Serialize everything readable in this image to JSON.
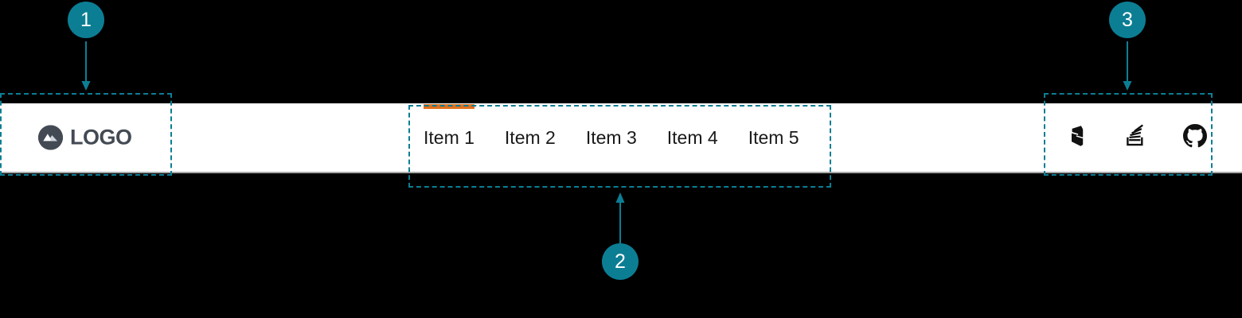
{
  "theme": {
    "page_background": "#000000",
    "header_background": "#ffffff",
    "header_border": "#a8a8a8",
    "brand_color": "#434a54",
    "nav_text_color": "#1a1a1a",
    "active_indicator_color": "#e2711d",
    "annotation_color": "#0c7e94",
    "icon_color": "#111111"
  },
  "header": {
    "brand": {
      "text": "LOGO",
      "mark_icon": "mountain-circle-icon"
    },
    "nav": {
      "items": [
        {
          "label": "Item 1",
          "active": true
        },
        {
          "label": "Item 2",
          "active": false
        },
        {
          "label": "Item 3",
          "active": false
        },
        {
          "label": "Item 4",
          "active": false
        },
        {
          "label": "Item 5",
          "active": false
        }
      ]
    },
    "social": {
      "items": [
        {
          "icon": "superuser-icon",
          "name": "Superuser"
        },
        {
          "icon": "stack-overflow-icon",
          "name": "Stack Overflow"
        },
        {
          "icon": "github-icon",
          "name": "GitHub"
        }
      ]
    }
  },
  "annotations": {
    "markers": [
      {
        "number": "1",
        "target": "brand-region",
        "direction": "down"
      },
      {
        "number": "2",
        "target": "primary-nav-region",
        "direction": "up"
      },
      {
        "number": "3",
        "target": "social-links-region",
        "direction": "down"
      }
    ]
  }
}
